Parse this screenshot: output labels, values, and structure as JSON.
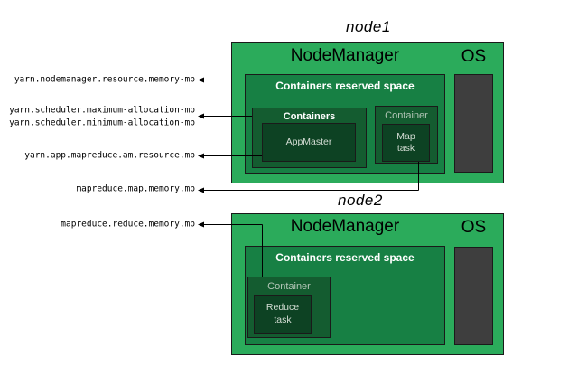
{
  "diagram": {
    "node1": {
      "title": "node1",
      "nodemanager_label": "NodeManager",
      "os_label": "OS",
      "reserved_label": "Containers reserved space",
      "containers_label": "Containers",
      "appmaster_label": "AppMaster",
      "container_label": "Container",
      "map_task_label": "Map\ntask"
    },
    "node2": {
      "title": "node2",
      "nodemanager_label": "NodeManager",
      "os_label": "OS",
      "reserved_label": "Containers reserved space",
      "container_label": "Container",
      "reduce_task_label": "Reduce\ntask"
    },
    "config_labels": {
      "nodemanager_memory": "yarn.nodemanager.resource.memory-mb",
      "scheduler_max": "yarn.scheduler.maximum-allocation-mb",
      "scheduler_min": "yarn.scheduler.minimum-allocation-mb",
      "am_resource": "yarn.app.mapreduce.am.resource.mb",
      "map_memory": "mapreduce.map.memory.mb",
      "reduce_memory": "mapreduce.reduce.memory.mb"
    },
    "colors": {
      "node_bg": "#2bab5b",
      "reserved_bg": "#178044",
      "container_bg": "#145c30",
      "task_bg": "#0d4223",
      "os_bg": "#3e3e3e",
      "border": "#1a1a1a"
    }
  }
}
